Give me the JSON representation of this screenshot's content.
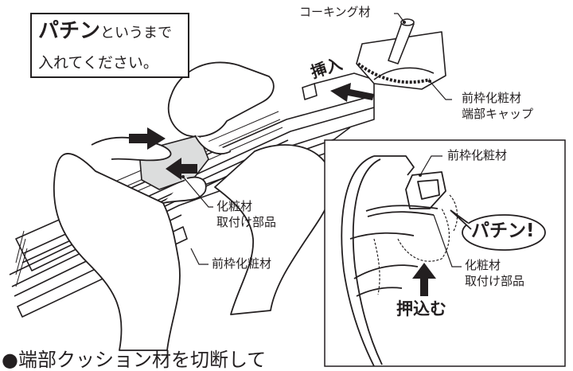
{
  "callout": {
    "emph": "パチン",
    "line1_rest": "というまで",
    "line2": "入れてください。"
  },
  "labels": {
    "caulking": "コーキング材",
    "insert": "挿入",
    "end_cap_line1": "前枠化粧材",
    "end_cap_line2": "端部キャップ",
    "part_line1": "化粧材",
    "part_line2": "取付け部品",
    "front_frame_left": "前枠化粧材",
    "front_frame_detail": "前枠化粧材",
    "snap": "パチン!",
    "detail_part_line1": "化粧材",
    "detail_part_line2": "取付け部品",
    "push_in": "押込む"
  },
  "footer": {
    "text": "●端部クッション材を切断して"
  }
}
